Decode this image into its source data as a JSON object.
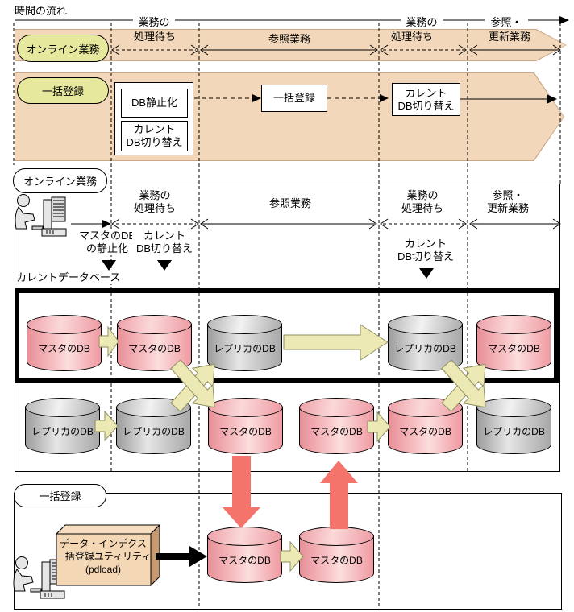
{
  "diagram": {
    "title": "時間の流れ",
    "band_online": {
      "label": "オンライン業務",
      "wait1_top": "業務の",
      "wait1_bottom": "処理待ち",
      "reference": "参照業務",
      "wait2_top": "業務の",
      "wait2_bottom": "処理待ち",
      "ref_update_top": "参照・",
      "ref_update_bottom": "更新業務"
    },
    "band_batch": {
      "label": "一括登録",
      "step_quiesce": "DB静止化",
      "step_switch1": "カレント\nDB切り替え",
      "step_batch": "一括登録",
      "step_switch2": "カレント\nDB切り替え"
    },
    "online_section": {
      "label": "オンライン業務",
      "wait1": "業務の\n処理待ち",
      "reference": "参照業務",
      "wait2": "業務の\n処理待ち",
      "ref_update": "参照・\n更新業務",
      "marker_quiesce": "マスタのDB\nの静止化",
      "marker_switch1": "カレント\nDB切り替え",
      "marker_switch2": "カレント\nDB切り替え",
      "current_db_caption": "カレントデータベース",
      "row1": [
        "マスタのDB",
        "マスタのDB",
        "レプリカのDB",
        "レプリカのDB",
        "マスタのDB"
      ],
      "row2": [
        "レプリカのDB",
        "レプリカのDB",
        "マスタのDB",
        "マスタのDB",
        "マスタのDB",
        "レプリカのDB"
      ]
    },
    "batch_section": {
      "label": "一括登録",
      "utility_box": "データ・インデクス\n一括登録ユティリティ\n(pdload)",
      "row": [
        "マスタのDB",
        "マスタのDB"
      ]
    },
    "colors": {
      "band_fill": "#f2d7ba",
      "band_border": "#c9a885",
      "label_green": "#e6e89e",
      "master_db_pink": "#f2a8ac",
      "replica_db_gray": "#c8c8c8",
      "block_arrow_yellow": "#ece9b4",
      "red_arrow": "#f4746c"
    }
  }
}
